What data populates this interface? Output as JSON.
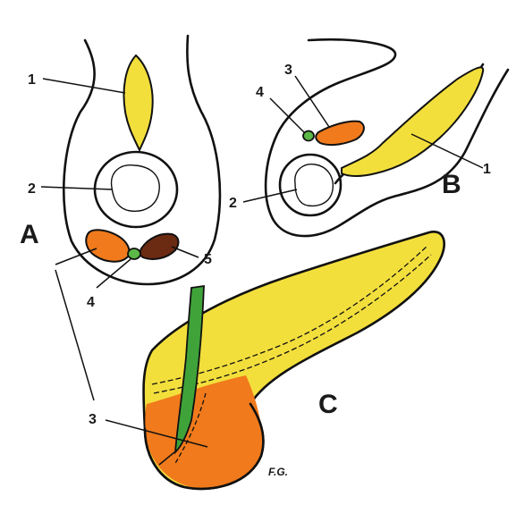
{
  "panels": {
    "A": {
      "letter": "A",
      "labels": {
        "dorsal_bud": "1",
        "duodenum": "2",
        "ventral_bud": "3",
        "bile_duct": "4",
        "ventral_bud_right": "5"
      }
    },
    "B": {
      "letter": "B",
      "labels": {
        "dorsal_bud": "1",
        "duodenum": "2",
        "ventral_bud": "3",
        "bile_duct": "4"
      }
    },
    "C": {
      "letter": "C",
      "labels": {
        "ventral_part": "3"
      }
    }
  },
  "signature": "F.G.",
  "colors": {
    "dorsal_bud": "#f3df3c",
    "ventral_bud": "#f07a1c",
    "ventral_bud_dark": "#6b2a12",
    "bile_duct": "#5cb847",
    "duct_green": "#3fa33a",
    "outline": "#111111"
  }
}
